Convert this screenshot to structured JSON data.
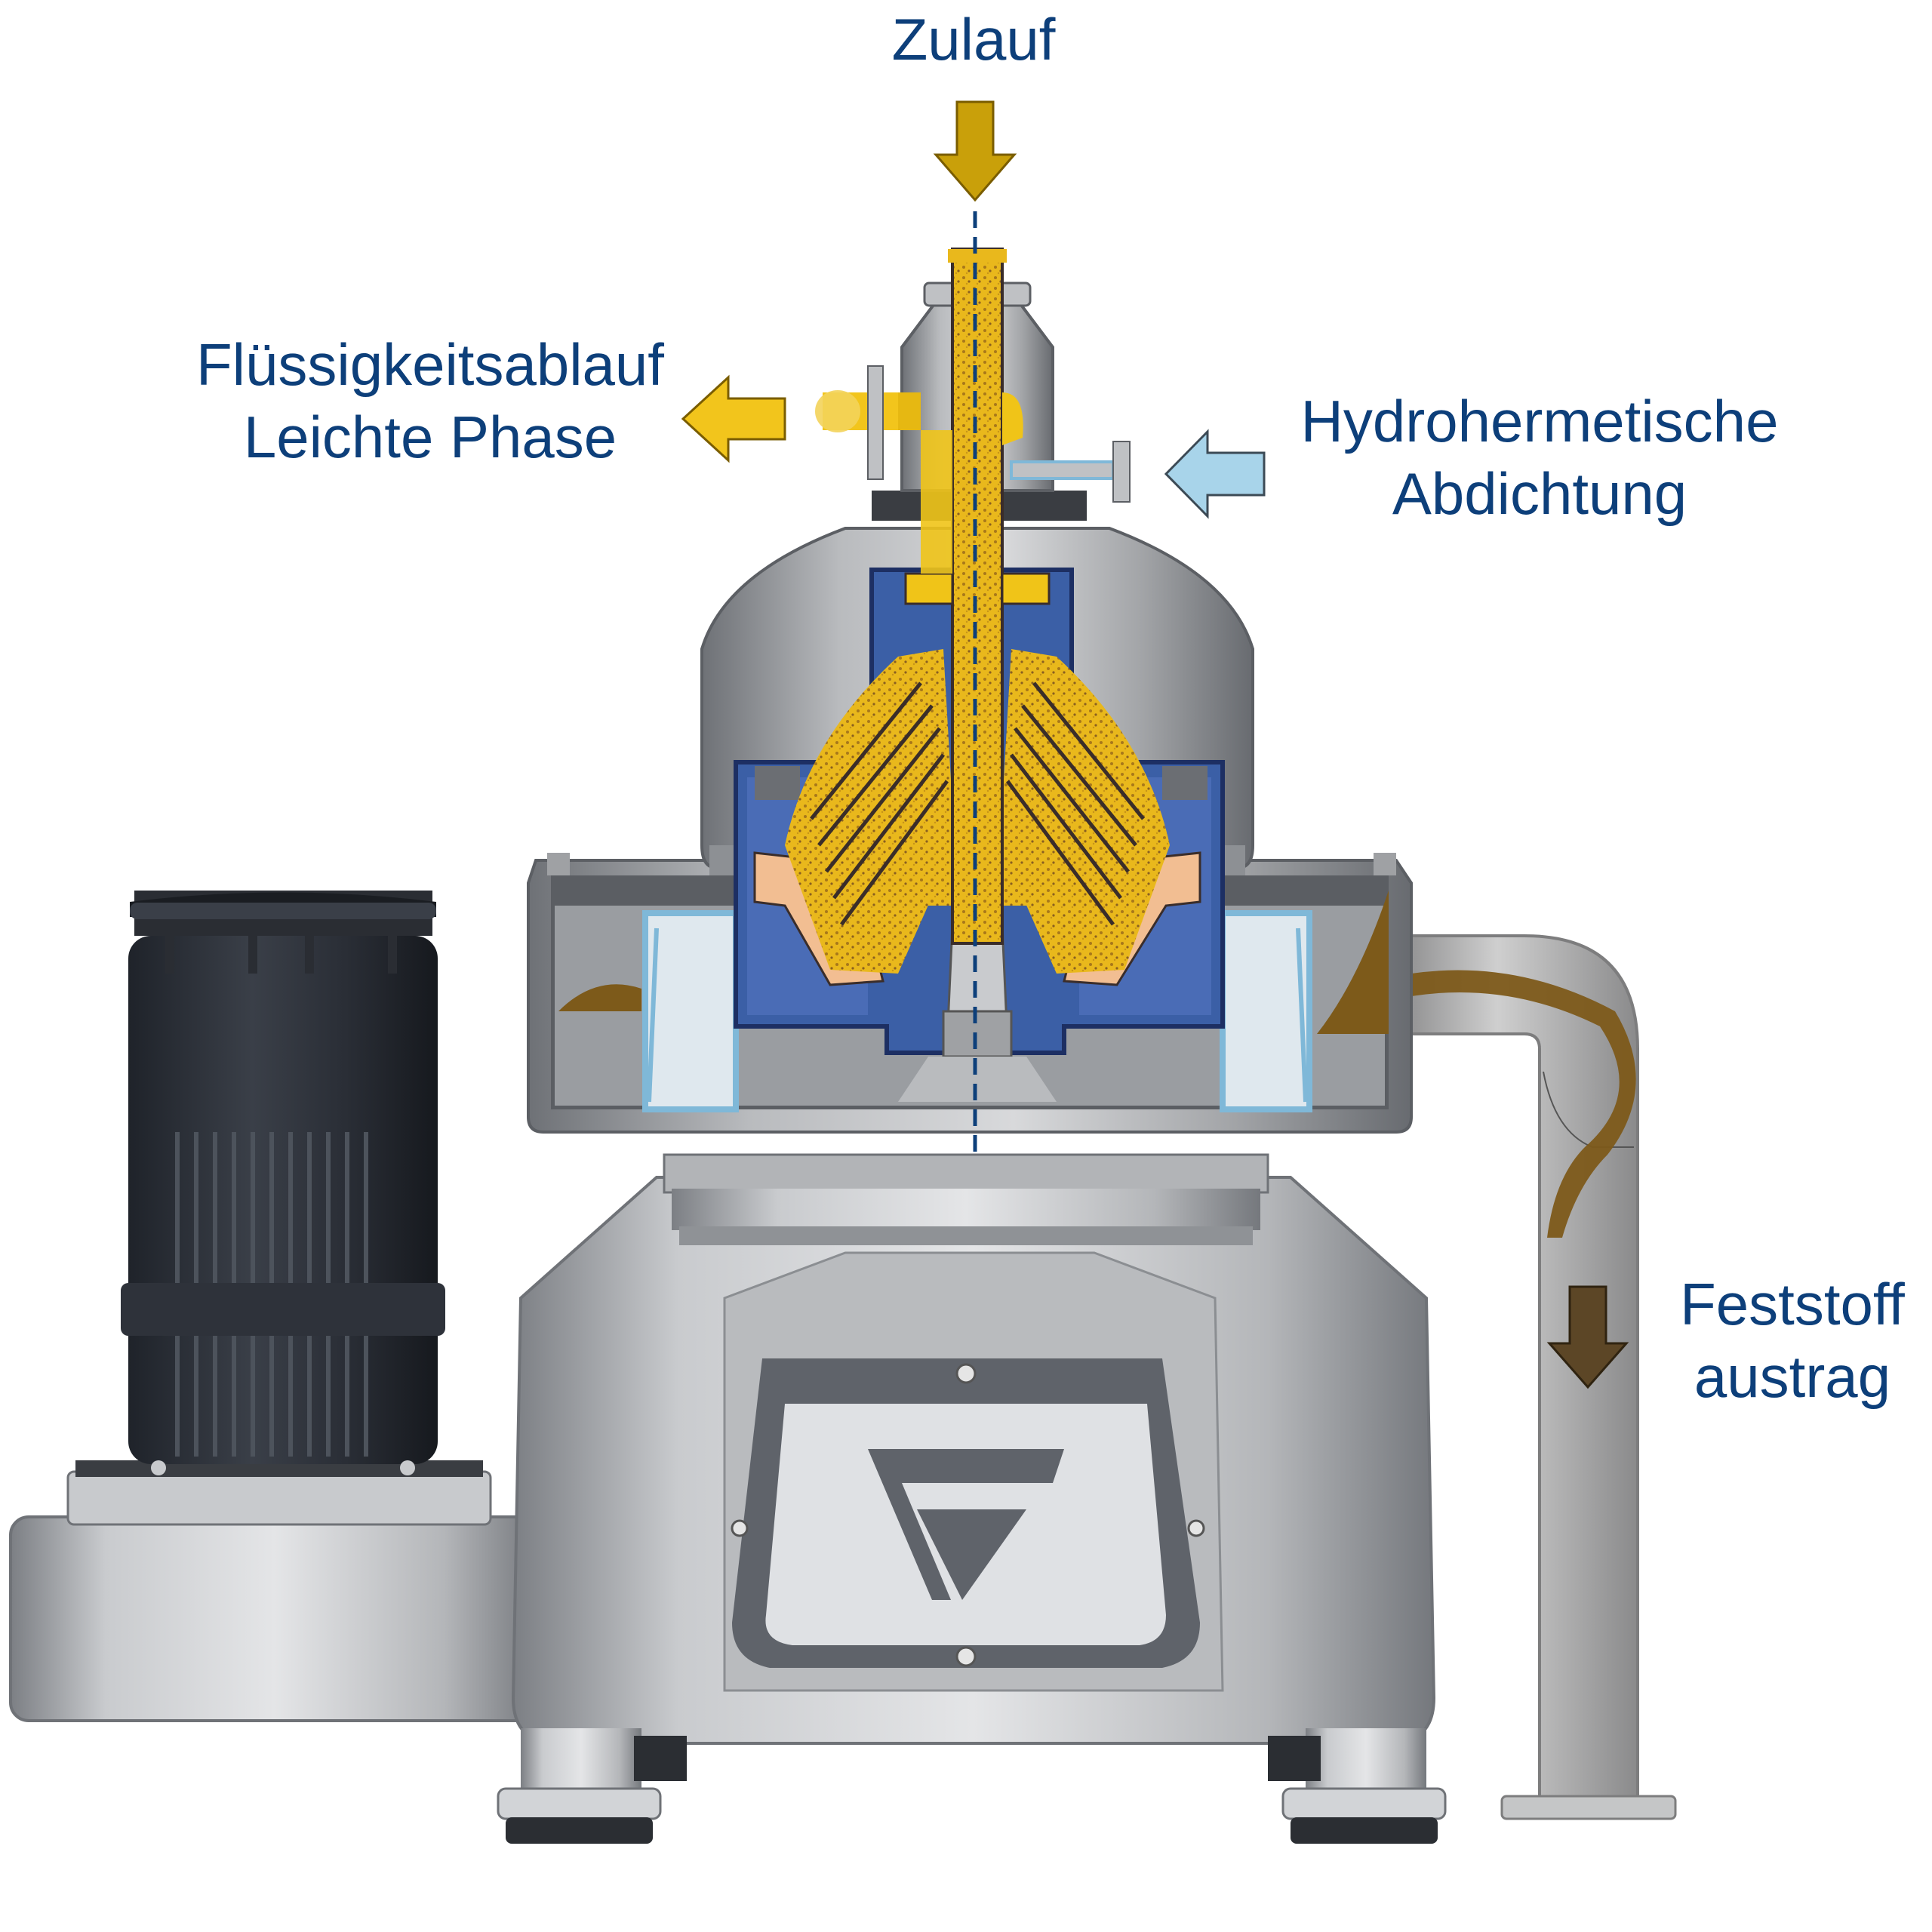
{
  "labels": {
    "zulauf": "Zulauf",
    "fluessigkeitsablauf_line1": "Flüssigkeitsablauf",
    "fluessigkeitsablauf_line2": "Leichte Phase",
    "hydrohermetische_line1": "Hydrohermetische",
    "hydrohermetische_line2": "Abdichtung",
    "feststoff_line1": "Feststoff",
    "feststoff_line2": "austrag"
  },
  "colors": {
    "label_text": "#0d3f7a",
    "feed_arrow": "#c9a00a",
    "light_phase_arrow": "#f2c51c",
    "sealing_arrow": "#a8d4ea",
    "solids_arrow": "#5c4626",
    "product_yellow": "#f0c418",
    "solids_brown": "#8a6420",
    "bowl_blue": "#3b5fa6",
    "steel_gray": "#a6a8ab",
    "motor_dark": "#2c3038"
  },
  "icons": {
    "feed_arrow": "arrow-down-icon",
    "light_phase_arrow": "arrow-left-icon",
    "sealing_arrow": "arrow-left-icon",
    "solids_arrow": "arrow-down-icon",
    "logo": "flottweg-logo-icon"
  }
}
